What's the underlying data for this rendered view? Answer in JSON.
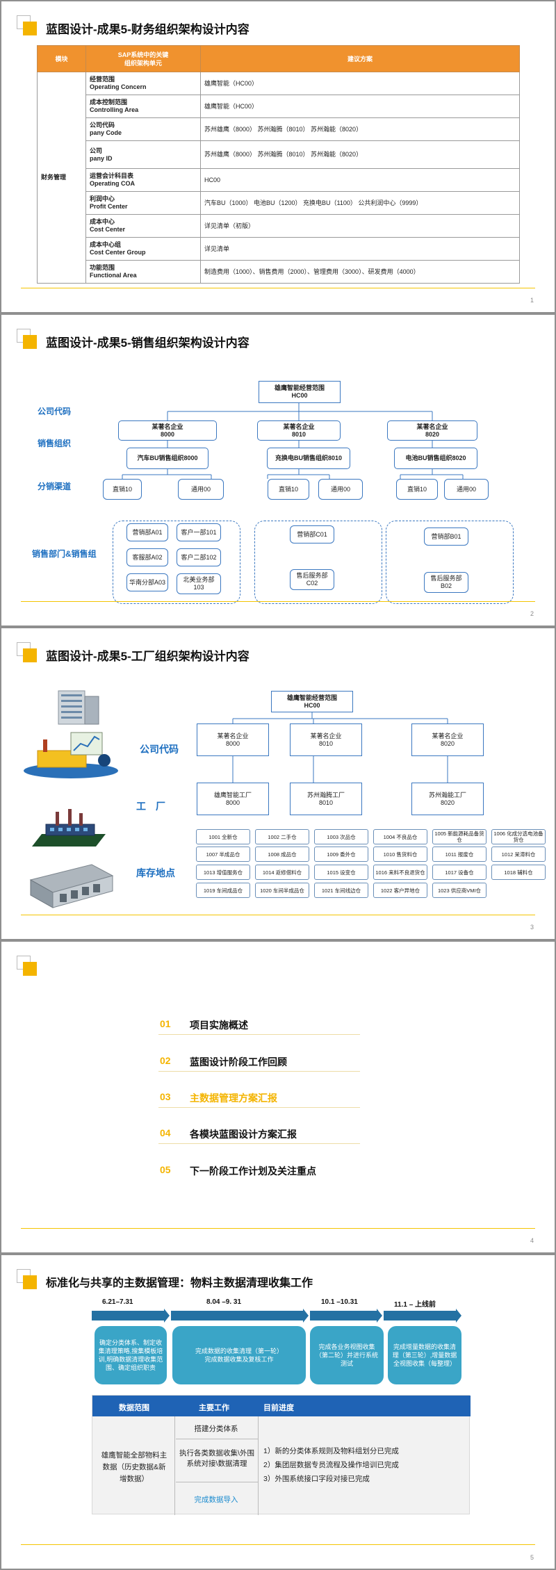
{
  "slide1": {
    "title": "蓝图设计-成果5-财务组织架构设计内容",
    "headers": [
      "模块",
      "SAP系统中的关键\n组织架构单元",
      "建议方案"
    ],
    "module": "财务管理",
    "rows": [
      {
        "cn": "经营范围",
        "en": "Operating Concern",
        "plan": "雄鹰智能（HC00）"
      },
      {
        "cn": "成本控制范围",
        "en": "Controlling Area",
        "plan": "雄鹰智能（HC00）"
      },
      {
        "cn": "公司代码",
        "en": "pany Code",
        "plan": "苏州雄鹰（8000）  苏州瀚腾（8010）  苏州瀚能（8020）"
      },
      {
        "cn": "公司",
        "en": "pany ID",
        "plan": "苏州雄鹰（8000）  苏州瀚腾（8010）  苏州瀚能（8020）"
      },
      {
        "cn": "运营会计科目表",
        "en": "Operating COA",
        "plan": "HC00"
      },
      {
        "cn": "利润中心",
        "en": "Profit Center",
        "plan": "汽车BU（1000）   电池BU（1200）  充换电BU（1100）  公共利润中心（9999）"
      },
      {
        "cn": "成本中心",
        "en": "Cost Center",
        "plan": "详见清单（初版）"
      },
      {
        "cn": "成本中心组",
        "en": "Cost Center Group",
        "plan": "详见清单"
      },
      {
        "cn": "功能范围",
        "en": "Functional Area",
        "plan": "制造费用（1000）、销售费用（2000）、管理费用（3000）、研发费用（4000）"
      }
    ],
    "page": "1"
  },
  "slide2": {
    "title": "蓝图设计-成果5-销售组织架构设计内容",
    "root": [
      "雄鹰智能经营范围",
      "HC00"
    ],
    "labels": [
      "公司代码",
      "销售组织",
      "分销渠道",
      "销售部门&销售组"
    ],
    "companies": [
      [
        "某著名企业",
        "8000"
      ],
      [
        "某著名企业",
        "8010"
      ],
      [
        "某著名企业",
        "8020"
      ]
    ],
    "orgs": [
      "汽车BU销售组织8000",
      "充换电BU销售组织8010",
      "电池BU销售组织8020"
    ],
    "channels": [
      "直销10",
      "通用00"
    ],
    "groups1": [
      "营销部A01",
      "客户一部101",
      "客服部A02",
      "客户二部102",
      "华南分部A03",
      "北美业务部\n103"
    ],
    "groups2": [
      "营销部C01",
      "售后服务部\nC02"
    ],
    "groups3": [
      "营销部B01",
      "售后服务部\nB02"
    ],
    "page": "2"
  },
  "slide3": {
    "title": "蓝图设计-成果5-工厂组织架构设计内容",
    "root": [
      "雄鹰智能经营范围",
      "HC00"
    ],
    "labels": [
      "公司代码",
      "工　厂",
      "库存地点"
    ],
    "companies": [
      [
        "某著名企业",
        "8000"
      ],
      [
        "某著名企业",
        "8010"
      ],
      [
        "某著名企业",
        "8020"
      ]
    ],
    "plants": [
      [
        "雄鹰智能工厂",
        "8000"
      ],
      [
        "苏州瀚腾工厂",
        "8010"
      ],
      [
        "苏州瀚能工厂",
        "8020"
      ]
    ],
    "storage": [
      [
        "1001 全新仓",
        "1002 二手仓",
        "1003 次品仓",
        "1004 不良品仓",
        "1005 新能源耗品备货仓",
        "1006 化成分选电池备货仓"
      ],
      [
        "1007 半成品仓",
        "1008 成品仓",
        "1009 委外仓",
        "1010 售货料仓",
        "1011 报废仓",
        "1012 呆滞料仓"
      ],
      [
        "1013 增值服务仓",
        "1014 返修借料仓",
        "1015 设变仓",
        "1016 来料不良退货仓",
        "1017 设备仓",
        "1018 辅料仓"
      ],
      [
        "1019 车间成品仓",
        "1020 车间半成品仓",
        "1021 车间线边仓",
        "1022 客户异地仓",
        "1023 供应商VMI仓",
        ""
      ]
    ],
    "page": "3"
  },
  "slide4": {
    "items": [
      {
        "num": "01",
        "text": "项目实施概述"
      },
      {
        "num": "02",
        "text": "蓝图设计阶段工作回顾"
      },
      {
        "num": "03",
        "text": "主数据管理方案汇报"
      },
      {
        "num": "04",
        "text": "各模块蓝图设计方案汇报"
      },
      {
        "num": "05",
        "text": "下一阶段工作计划及关注重点"
      }
    ],
    "page": "4"
  },
  "slide5": {
    "title": "标准化与共享的主数据管理：物料主数据清理收集工作",
    "dates": [
      "6.21–7.31",
      "8.04 –9. 31",
      "10.1 –10.31",
      "11.1 – 上线前"
    ],
    "phases": [
      "确定分类体系、制定收集清理策略,搜集模板培训,明确数据清理收集范围、确定组织职责",
      "完成数据的收集清理（第一轮）\n完成数据收集及复核工作",
      "完成各业务视图收集（第二轮）并进行系统测试",
      "完成增量数据的收集清理（第三轮）,增量数据全视图收集（每整理）"
    ],
    "table_headers": [
      "数据范围",
      "主要工作",
      "目前进度"
    ],
    "scope": "雄鹰智能全部物料主数据（历史数据&新增数据）",
    "works": [
      "搭建分类体系",
      "执行各类数据收集\\外围系统对接\\数据清理",
      "完成数据导入"
    ],
    "progress": [
      "1）新的分类体系规则及物料组划分已完成",
      "2）集团层数据专员流程及操作培训已完成",
      "3）外围系统接口字段对接已完成"
    ],
    "page": "5"
  },
  "colors": {
    "accent": "#f4b400",
    "orange": "#f0922e",
    "blue": "#1d6fc0",
    "teal": "#3aa5c7"
  }
}
